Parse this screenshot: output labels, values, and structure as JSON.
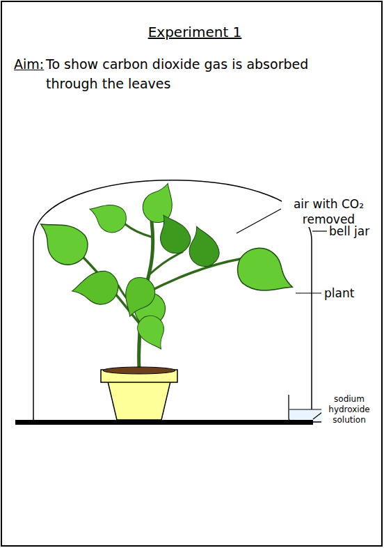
{
  "diagram": {
    "title": "Experiment 1",
    "labels": [
      "Aim:",
      "To show carbon dioxide gas is absorbed through the leaves",
      "air with CO₂ removed",
      "bell jar",
      "plant",
      "sodium hydroxide solution"
    ]
  }
}
